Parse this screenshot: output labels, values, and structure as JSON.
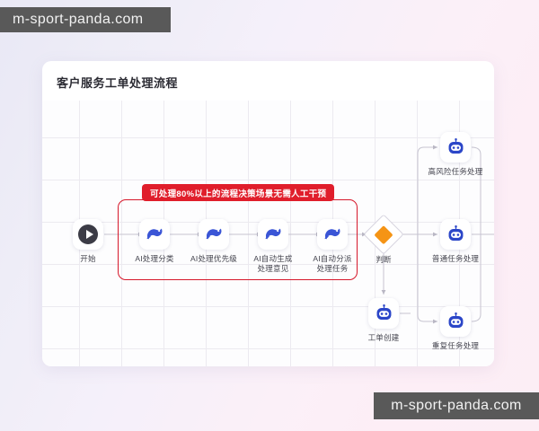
{
  "watermarks": {
    "top": "m-sport-panda.com",
    "bottom": "m-sport-panda.com"
  },
  "card": {
    "title": "客户服务工单处理流程"
  },
  "highlight": {
    "banner_text": "可处理80%以上的流程决策场景无需人工干预",
    "border_color": "#d6182b",
    "banner_color": "#e01e2b"
  },
  "palette": {
    "accent_blue": "#3a55d6",
    "decision_orange": "#f59415",
    "start_dark": "#3c3c46",
    "grid_line": "#eceaf0"
  },
  "nodes": [
    {
      "id": "start",
      "label": "开始",
      "icon": "play-icon"
    },
    {
      "id": "classify",
      "label": "AI处理分类",
      "icon": "deepseek-whale-icon"
    },
    {
      "id": "priority",
      "label": "AI处理优先级",
      "icon": "deepseek-whale-icon"
    },
    {
      "id": "opinion",
      "label": "AI自动生成\n处理意见",
      "icon": "deepseek-whale-icon"
    },
    {
      "id": "dispatch",
      "label": "AI自动分派\n处理任务",
      "icon": "deepseek-whale-icon"
    },
    {
      "id": "decision",
      "label": "判断",
      "icon": "diamond-icon"
    },
    {
      "id": "high-risk",
      "label": "高风险任务处理",
      "icon": "robot-icon"
    },
    {
      "id": "normal",
      "label": "普通任务处理",
      "icon": "robot-icon"
    },
    {
      "id": "repeat",
      "label": "重复任务处理",
      "icon": "robot-icon"
    },
    {
      "id": "ticket",
      "label": "工单创建",
      "icon": "robot-icon"
    }
  ]
}
